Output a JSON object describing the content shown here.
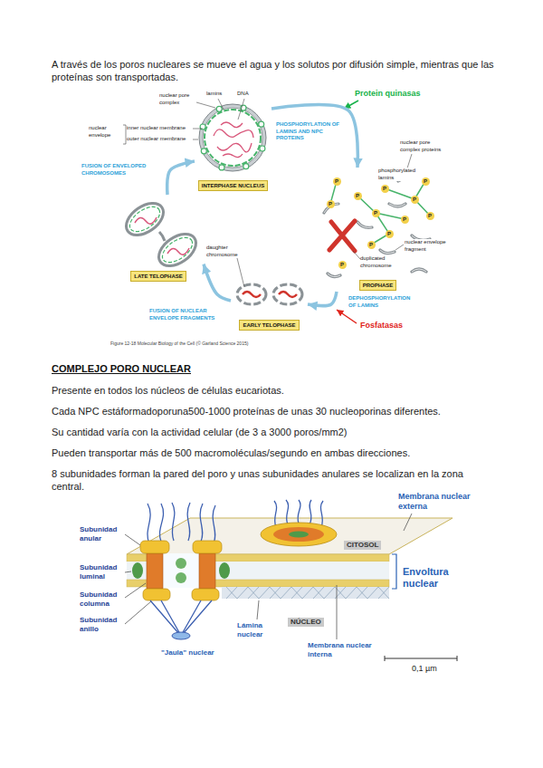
{
  "diagram": {
    "caption": "Figure 12-18 Molecular Biology of the Cell (© Garland Science 2015)",
    "nodes": [
      {
        "text": [
          "INTERPHASE NUCLEUS"
        ]
      },
      {
        "text": [
          "PROPHASE"
        ]
      },
      {
        "text": [
          "EARLY TELOPHASE"
        ]
      },
      {
        "text": [
          "LATE TELOPHASE"
        ]
      }
    ],
    "edges": [
      {
        "from": 0,
        "to": 1,
        "arrow": "to",
        "label": "PHOSPHORYLATION OF LAMINS AND NPC PROTEINS"
      },
      {
        "from": 1,
        "to": 2,
        "arrow": "to",
        "label": "DEPHOSPHORYLATION OF LAMINS"
      },
      {
        "from": 2,
        "to": 3,
        "arrow": "to",
        "label": "FUSION OF NUCLEAR ENVELOPE FRAGMENTS"
      },
      {
        "from": 3,
        "to": 0,
        "arrow": "to",
        "label": "FUSION OF ENVELOPED CHROMOSOMES"
      }
    ],
    "labels": [
      "A través de los poros nucleares se mueve el agua y los solutos por difusión simple, mientras que las proteínas son transportadas.",
      "nuclear pore complex",
      "lamins",
      "DNA",
      "Protein quinasas",
      "nuclear envelope",
      "inner nuclear membrane",
      "outer nuclear membrane",
      "nuclear pore complex proteins",
      "phosphorylated lamins",
      "P",
      "P",
      "P",
      "P",
      "P",
      "P",
      "P",
      "P",
      "P",
      "P",
      "P",
      "P",
      "duplicated chromosome",
      "nuclear envelope fragment",
      "daughter chromosome",
      "Fosfatasas",
      "COMPLEJO PORO NUCLEAR",
      "Presente en todos los núcleos de células eucariotas.",
      "Cada NPC estáformadoporuna500-1000 proteínas de unas 30 nucleoporinas diferentes.",
      "Su cantidad varía con la actividad celular (de 3 a 3000 poros/mm2)",
      "Pueden transportar más de 500 macromoléculas/segundo en ambas direcciones.",
      "8 subunidades forman la pared del poro y unas subunidades anulares se localizan en la zona central.",
      "Membrana nuclear externa",
      "Subunidad anular",
      "CITOSOL",
      "Subunidad luminal",
      "Envoltura nuclear",
      "Subunidad columna",
      "Lámina nuclear",
      "NÚCLEO",
      "Subunidad anillo",
      "Membrana nuclear interna",
      "\"Jaula\" nuclear",
      "0,1 µm"
    ]
  }
}
